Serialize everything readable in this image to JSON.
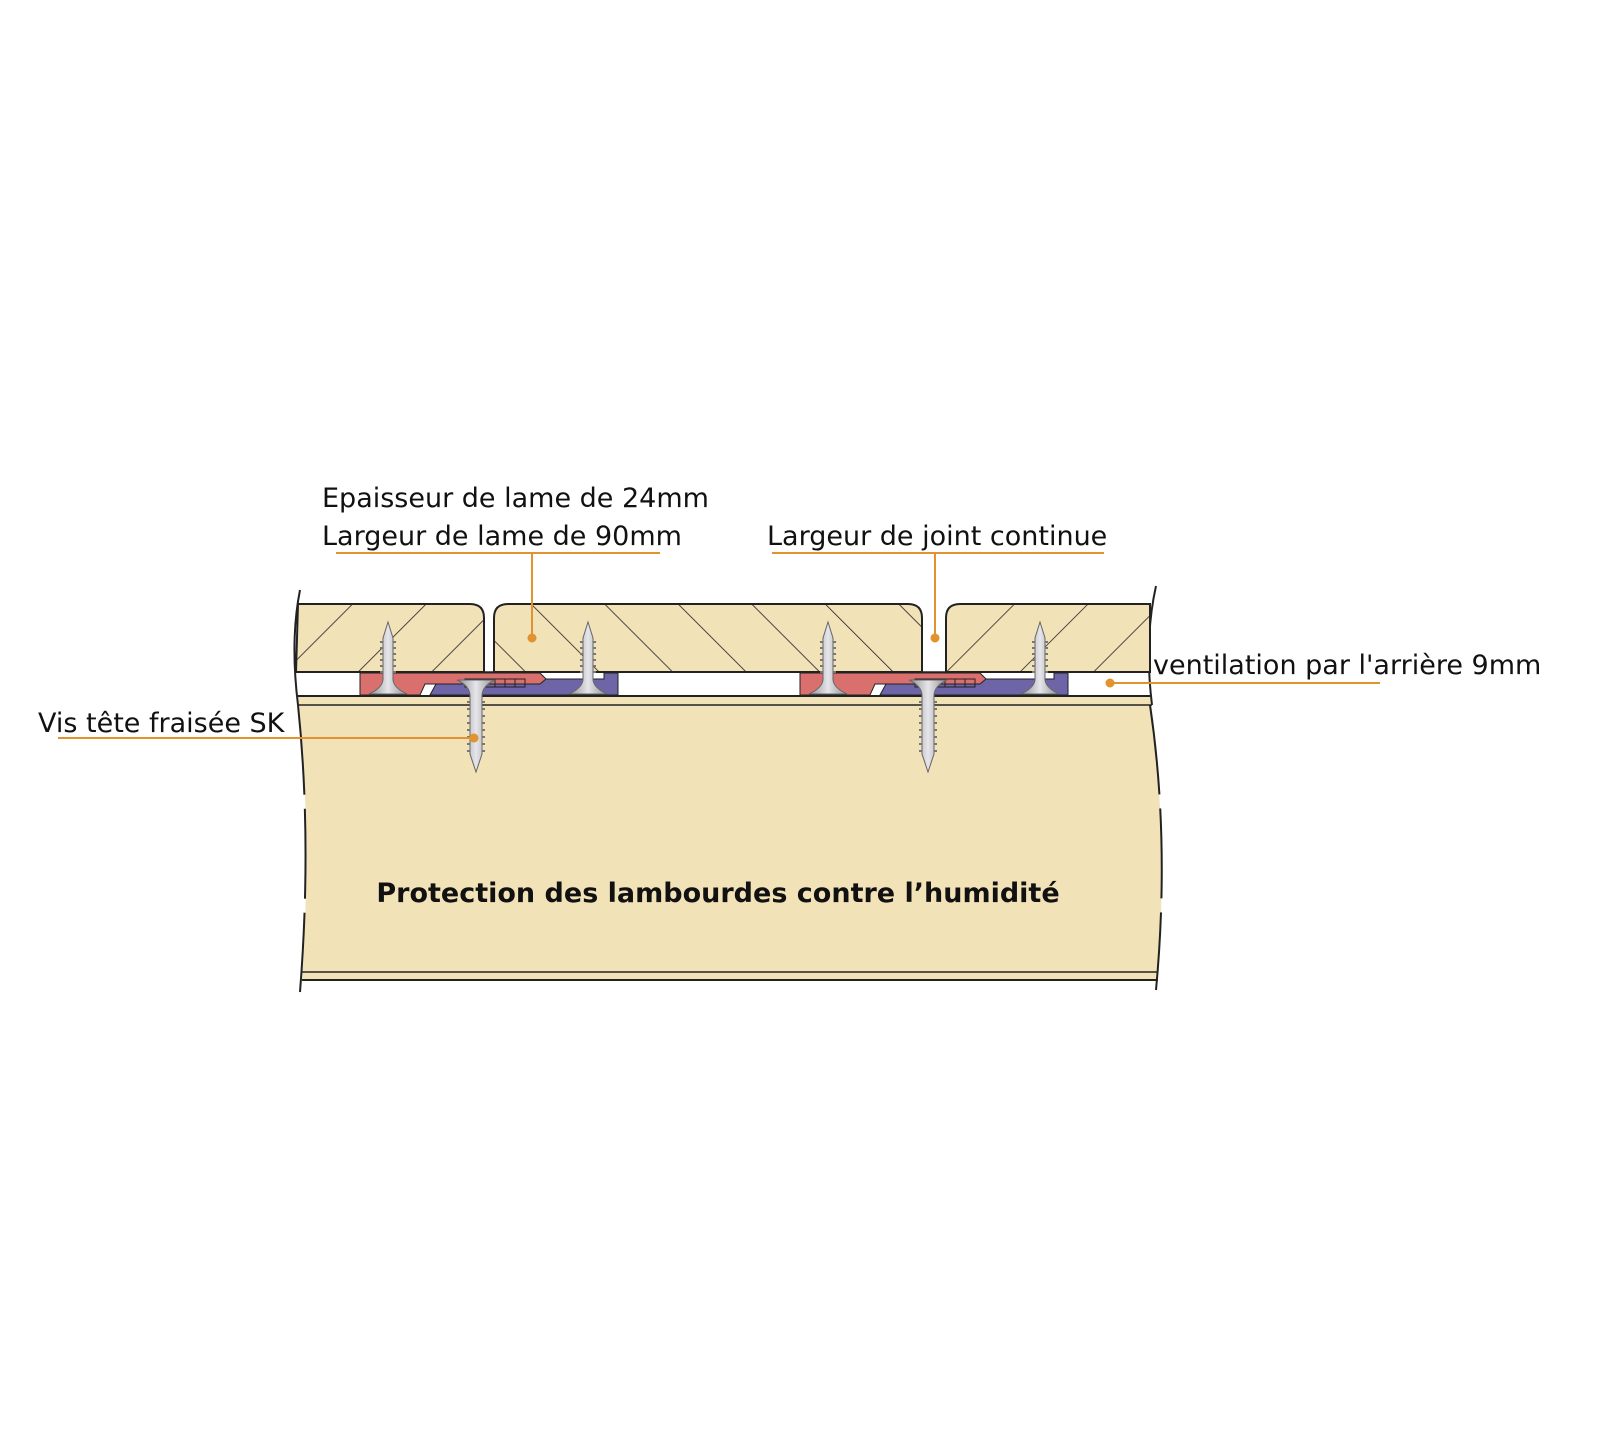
{
  "labels": {
    "thickness": "Epaisseur de lame de 24mm",
    "width": "Largeur de lame de 90mm",
    "joint": "Largeur de joint continue",
    "ventilation": "ventilation par l'arrière 9mm",
    "screw": "Vis tête fraisée SK",
    "joist": "Protection des lambourdes contre l’humidité"
  },
  "colors": {
    "wood": "#f2e2b8",
    "clip_red": "#d9706e",
    "clip_purple": "#6e64a8",
    "leader": "#e0932e",
    "screw": "#b8b8bc",
    "outline": "#222222"
  }
}
